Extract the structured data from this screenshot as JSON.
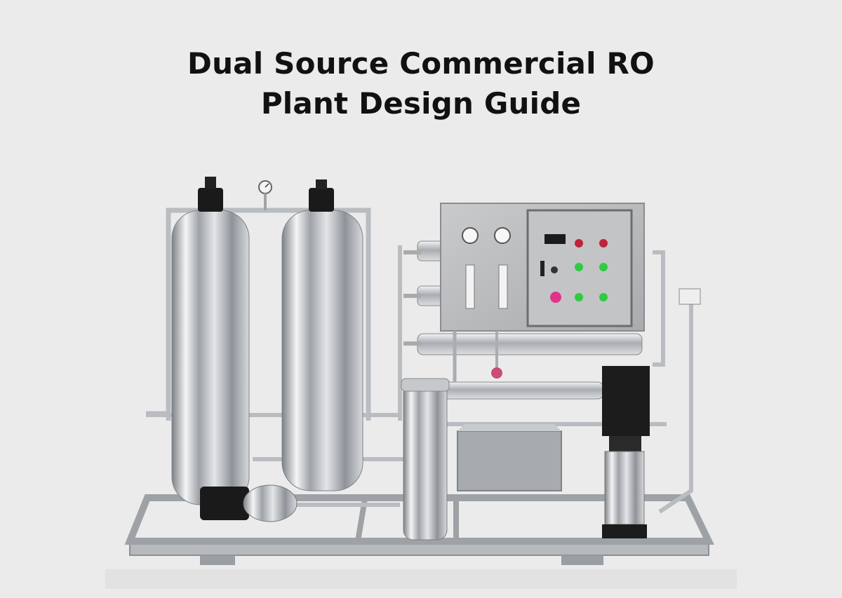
{
  "header": {
    "title_line_1": "Dual Source Commercial RO",
    "title_line_2": "Plant Design Guide"
  },
  "colors": {
    "background": "#ebebeb",
    "title_text": "#111111",
    "steel": "#c9ccd0",
    "panel": "#b9bbbd",
    "indicator_red": "#c0223a",
    "indicator_green": "#2ecc40",
    "indicator_pink": "#e0338a",
    "motor_black": "#1a1a1a"
  },
  "photo": {
    "subject": "commercial reverse osmosis water treatment plant",
    "components": [
      "filter-vessel-left",
      "filter-vessel-right",
      "control-panel",
      "membrane-housings",
      "cartridge-filter",
      "feed-pump",
      "high-pressure-pump",
      "dosing-tank",
      "skid-frame"
    ]
  }
}
